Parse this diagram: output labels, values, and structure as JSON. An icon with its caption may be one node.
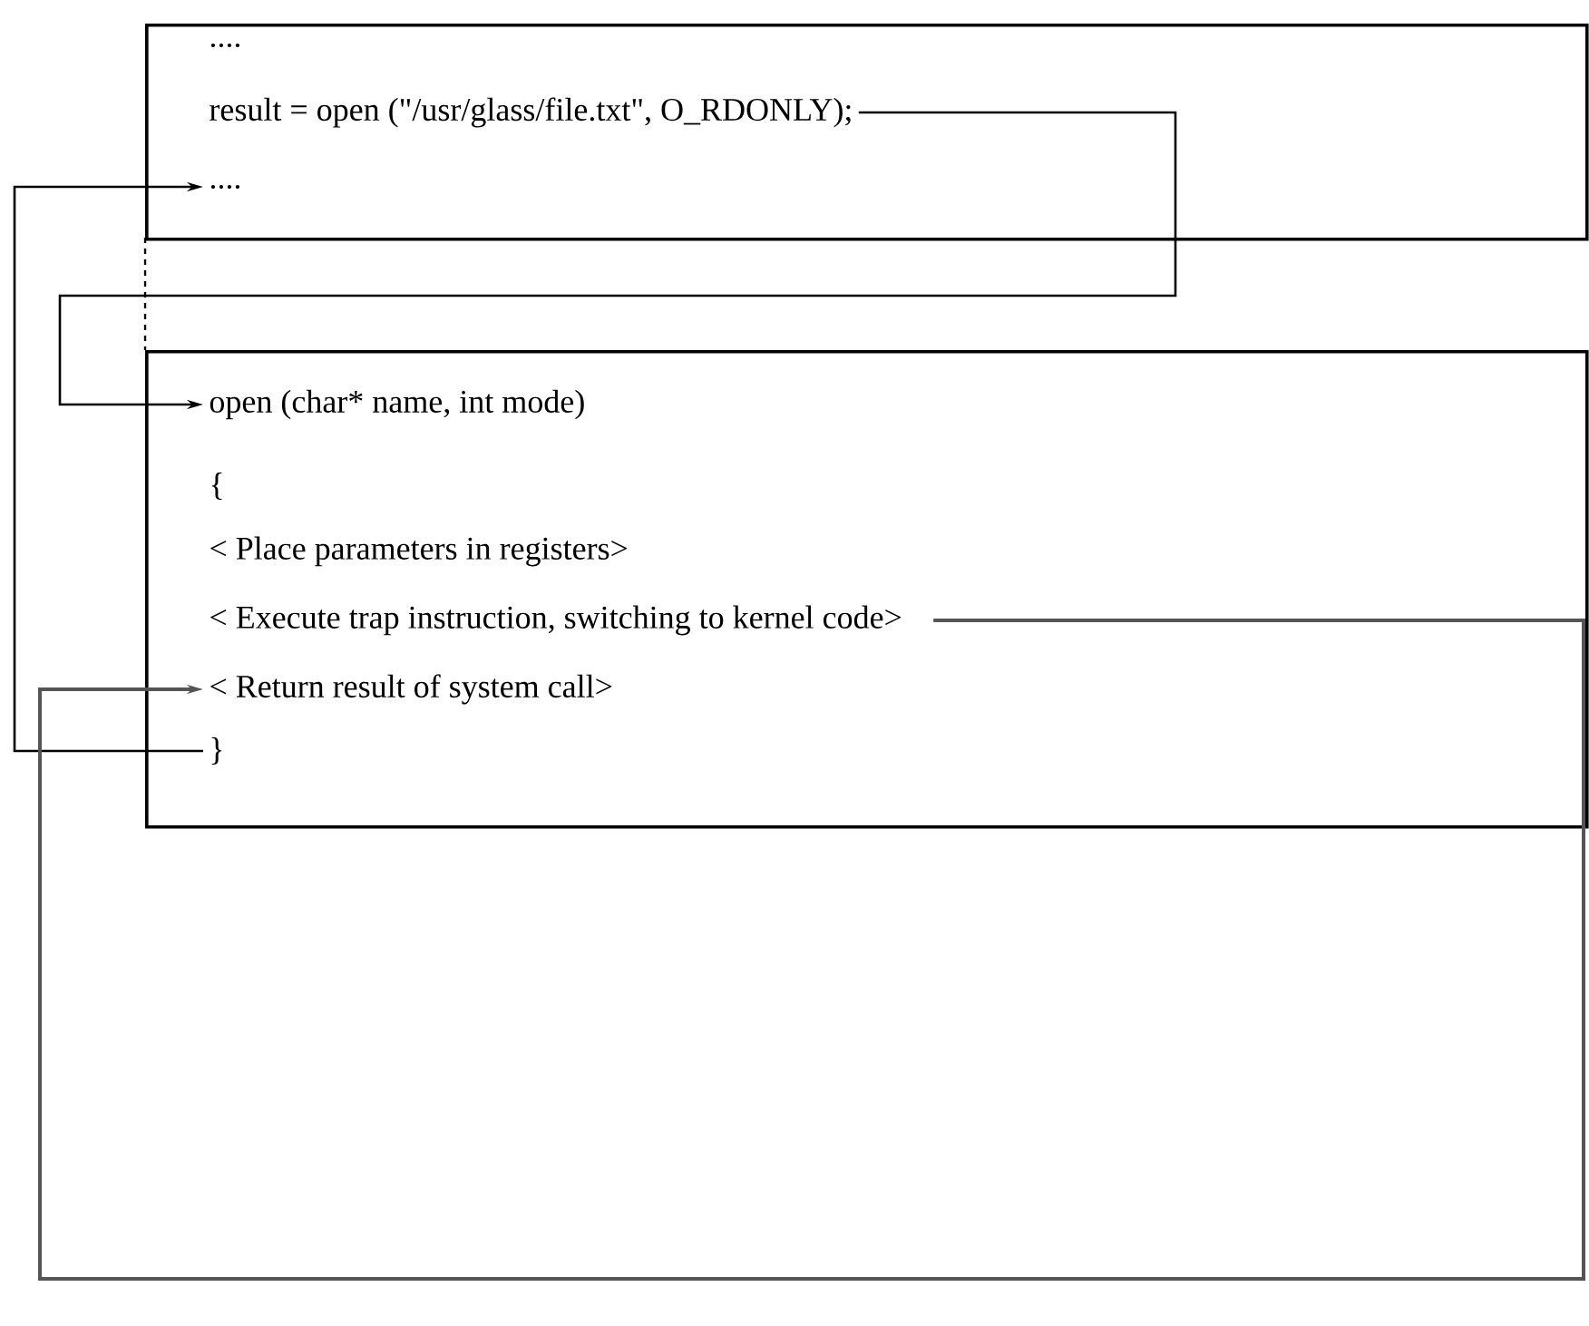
{
  "diagram": {
    "nodes": [
      {
        "text": [],
        "shape": "box"
      },
      {
        "text": [
          "...."
        ],
        "in": 0
      },
      {
        "text": [
          "result = open (\"/usr/glass/file.txt\", O_RDONLY);"
        ],
        "in": 0
      },
      {
        "text": [
          "...."
        ],
        "in": 0
      },
      {
        "text": [],
        "shape": "box"
      },
      {
        "text": [
          "open (char* name, int mode)"
        ],
        "in": 4
      },
      {
        "text": [
          "{"
        ],
        "in": 4
      },
      {
        "text": [
          "< Place parameters in registers>"
        ],
        "in": 4
      },
      {
        "text": [
          "< Execute trap instruction, switching to kernel code>"
        ],
        "in": 4
      },
      {
        "text": [
          "< Return result of system call>"
        ],
        "in": 4
      },
      {
        "text": [
          "}"
        ],
        "in": 4
      }
    ],
    "edges": [
      {
        "from": 2,
        "to": 5,
        "arrow": "to"
      },
      {
        "from": 10,
        "to": 3,
        "arrow": "to"
      },
      {
        "from": 8,
        "to": 9,
        "arrow": "to",
        "color": "#555555"
      }
    ]
  }
}
